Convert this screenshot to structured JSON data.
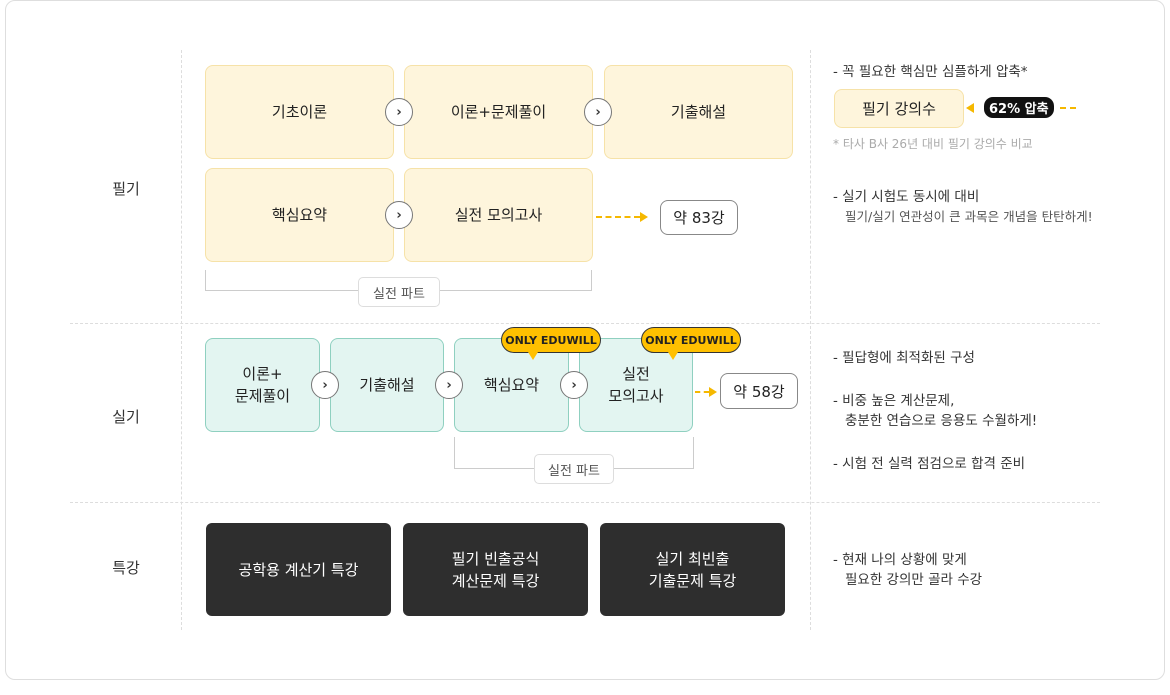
{
  "rows": {
    "written": "필기",
    "practical": "실기",
    "special": "특강"
  },
  "written": {
    "steps": [
      "기초이론",
      "이론+문제풀이",
      "기출해설",
      "핵심요약",
      "실전 모의고사"
    ],
    "count": "약 83강",
    "part_label": "실전 파트",
    "notes": {
      "n1": "-  꼭 필요한 핵심만 심플하게 압축*",
      "badge": "필기 강의수",
      "compress": "62% 압축",
      "footnote": "* 타사 B사 26년 대비 필기 강의수 비교",
      "n2": "-  실기 시험도 동시에 대비",
      "n2_sub": "필기/실기 연관성이 큰 과목은 개념을 탄탄하게!"
    }
  },
  "practical": {
    "steps": [
      "이론+\n문제풀이",
      "기출해설",
      "핵심요약",
      "실전\n모의고사"
    ],
    "only_badge": "ONLY EDUWILL",
    "count": "약 58강",
    "part_label": "실전 파트",
    "notes": {
      "n1": "-  필답형에 최적화된 구성",
      "n2": "-  비중 높은 계산문제,",
      "n2_sub": "충분한 연습으로 응용도 수월하게!",
      "n3": "- 시험 전 실력 점검으로 합격 준비"
    }
  },
  "special": {
    "lectures": [
      "공학용 계산기 특강",
      "필기 빈출공식\n계산문제 특강",
      "실기 최빈출\n기출문제 특강"
    ],
    "notes": {
      "n1": "-  현재 나의 상황에 맞게",
      "n1_sub": "필요한 강의만 골라 수강"
    }
  },
  "arrow_icon": "chevron-right-icon",
  "colors": {
    "yellow": "#fef5dc",
    "mint": "#e3f5f1",
    "dark": "#2e2e2e",
    "accent": "#ffc000"
  }
}
